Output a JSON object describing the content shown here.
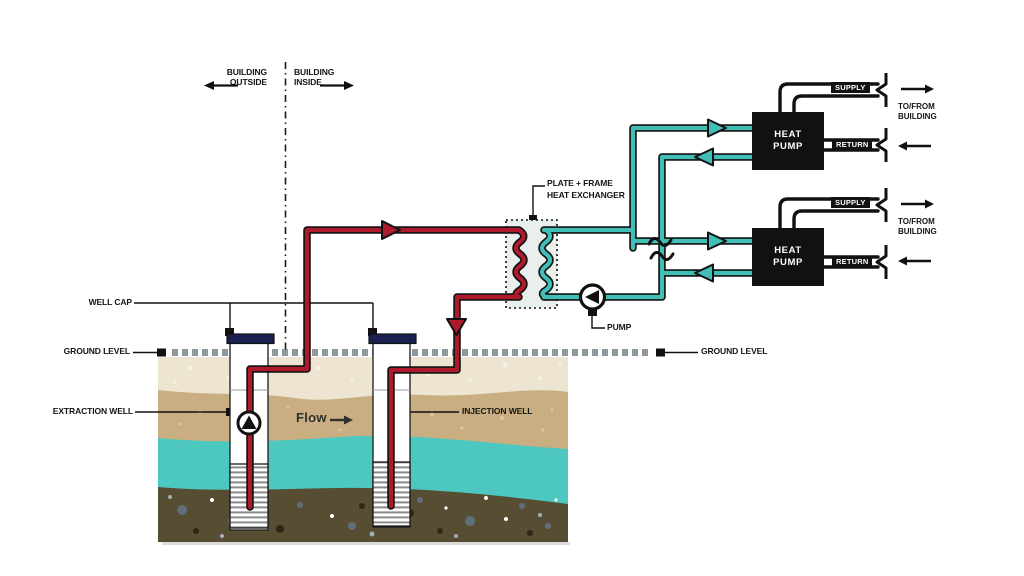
{
  "divider": {
    "outside": [
      "BUILDING",
      "OUTSIDE"
    ],
    "inside": [
      "BUILDING",
      "INSIDE"
    ]
  },
  "heat_exchanger": {
    "label": [
      "PLATE + FRAME",
      "HEAT EXCHANGER"
    ]
  },
  "pump": {
    "label": "PUMP"
  },
  "ground": {
    "left_label": "GROUND LEVEL",
    "right_label": "GROUND LEVEL"
  },
  "wells": {
    "cap_label": "WELL CAP",
    "extraction_label": "EXTRACTION WELL",
    "injection_label": "INJECTION WELL",
    "flow_label": "Flow"
  },
  "heat_pumps": [
    {
      "name": [
        "HEAT",
        "PUMP"
      ],
      "supply_label": "SUPPLY",
      "return_label": "RETURN",
      "to_from": [
        "TO/FROM",
        "BUILDING"
      ]
    },
    {
      "name": [
        "HEAT",
        "PUMP"
      ],
      "supply_label": "SUPPLY",
      "return_label": "RETURN",
      "to_from": [
        "TO/FROM",
        "BUILDING"
      ]
    }
  ],
  "colors": {
    "hot_pipe": "#AD1A2B",
    "cold_pipe": "#41BFB6",
    "well_cap": "#1A2151",
    "ground_dash": "#8D989D",
    "soil_cream": "#EDE4D2",
    "soil_tan": "#C8AE80",
    "aquifer_teal": "#4CC8C0",
    "bedrock_brown": "#574D33",
    "device_black": "#111111"
  }
}
